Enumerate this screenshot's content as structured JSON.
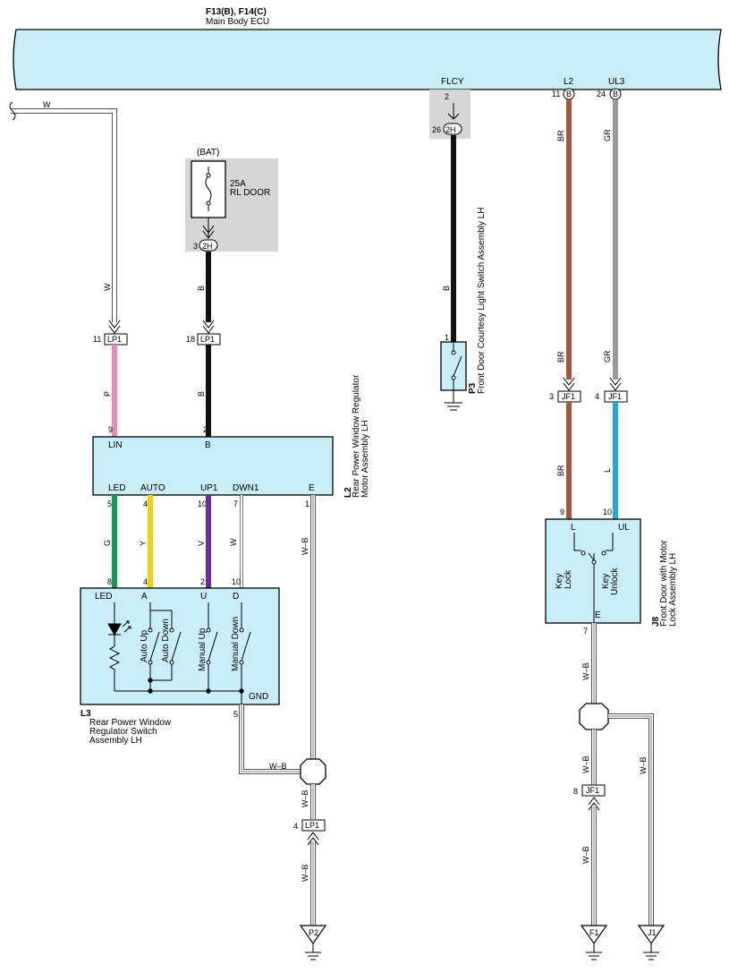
{
  "colors": {
    "W": "#ffffff",
    "B": "#111111",
    "P": "#ef86b8",
    "G": "#0f9a55",
    "Y": "#f2d200",
    "V": "#6b2f92",
    "BR": "#a5573a",
    "GR": "#9a9a9a",
    "L": "#1fa7e6",
    "WB": "#ffffff",
    "component": "#c9eef7",
    "shade": "#d6d6d6"
  },
  "ecu": {
    "ref": "F13(B), F14(C)",
    "name": "Main Body ECU",
    "pins": [
      {
        "name": "FLCY",
        "num": "2"
      },
      {
        "name": "L2",
        "num": "11",
        "conn": "B"
      },
      {
        "name": "UL3",
        "num": "24",
        "conn": "B"
      }
    ]
  },
  "fuse": {
    "source": "(BAT)",
    "rating": "25A",
    "name": "RL DOOR",
    "pin": "3",
    "conn": "2H"
  },
  "courtesy_conn": {
    "pin": "26",
    "conn": "2H"
  },
  "wire_labels": {
    "w_top": "W",
    "w_left": "W",
    "b_fuse": "B",
    "b_lp1": "B",
    "b_p3": "B",
    "br_top": "BR",
    "br_mid": "BR",
    "br_low": "BR",
    "gr_top": "GR",
    "gr_mid": "GR",
    "l_low": "L",
    "p": "P",
    "g": "G",
    "y": "Y",
    "v": "V",
    "w_dwn": "W",
    "wb_e": "W–B",
    "wb_gnd": "W–B",
    "wb_split": "W–B",
    "wb_lp1": "W–B",
    "wb_j8": "W–B",
    "wb_jf1_up": "W–B",
    "wb_jf1_dn": "W–B",
    "wb_j1": "W–B"
  },
  "lp1": {
    "pin11": "11",
    "pin18": "18",
    "pin4": "4",
    "label": "LP1"
  },
  "jf1": {
    "pin3": "3",
    "pin4": "4",
    "pin8": "8",
    "label": "JF1"
  },
  "l2": {
    "ref": "L2",
    "name_line1": "Rear Power Window Regulator",
    "name_line2": "Motor Assembly LH",
    "pins_top": [
      {
        "num": "9",
        "name": "LIN"
      },
      {
        "num": "2",
        "name": "B"
      }
    ],
    "pins_bottom": [
      {
        "num": "5",
        "name": "LED"
      },
      {
        "num": "4",
        "name": "AUTO"
      },
      {
        "num": "10",
        "name": "UP1"
      },
      {
        "num": "7",
        "name": "DWN1"
      },
      {
        "num": "1",
        "name": "E"
      }
    ]
  },
  "l3": {
    "ref": "L3",
    "name_line1": "Rear Power Window",
    "name_line2": "Regulator Switch",
    "name_line3": "Assembly LH",
    "pins_top": [
      {
        "num": "8",
        "name": "LED"
      },
      {
        "num": "4",
        "name": "A"
      },
      {
        "num": "2",
        "name": "U"
      },
      {
        "num": "10",
        "name": "D"
      }
    ],
    "gnd_pin": "5",
    "gnd_name": "GND",
    "switches": [
      "Auto Up",
      "Auto Down",
      "Manual Up",
      "Manual Down"
    ]
  },
  "p3": {
    "ref": "P3",
    "name": "Front Door Courtesy Light Switch Assembly LH",
    "pin": "1"
  },
  "j8": {
    "ref": "J8",
    "name_line1": "Front Door with Motor",
    "name_line2": "Lock Assembly LH",
    "pins_top": [
      {
        "num": "9",
        "name": "L"
      },
      {
        "num": "10",
        "name": "UL"
      }
    ],
    "bottom_pin": "7",
    "bottom_name": "E",
    "key_lock_1": "Key",
    "key_lock_2": "Lock",
    "key_unlock_1": "Key",
    "key_unlock_2": "Unlock"
  },
  "grounds": [
    {
      "name": "P2"
    },
    {
      "name": "F1"
    },
    {
      "name": "J1"
    }
  ]
}
